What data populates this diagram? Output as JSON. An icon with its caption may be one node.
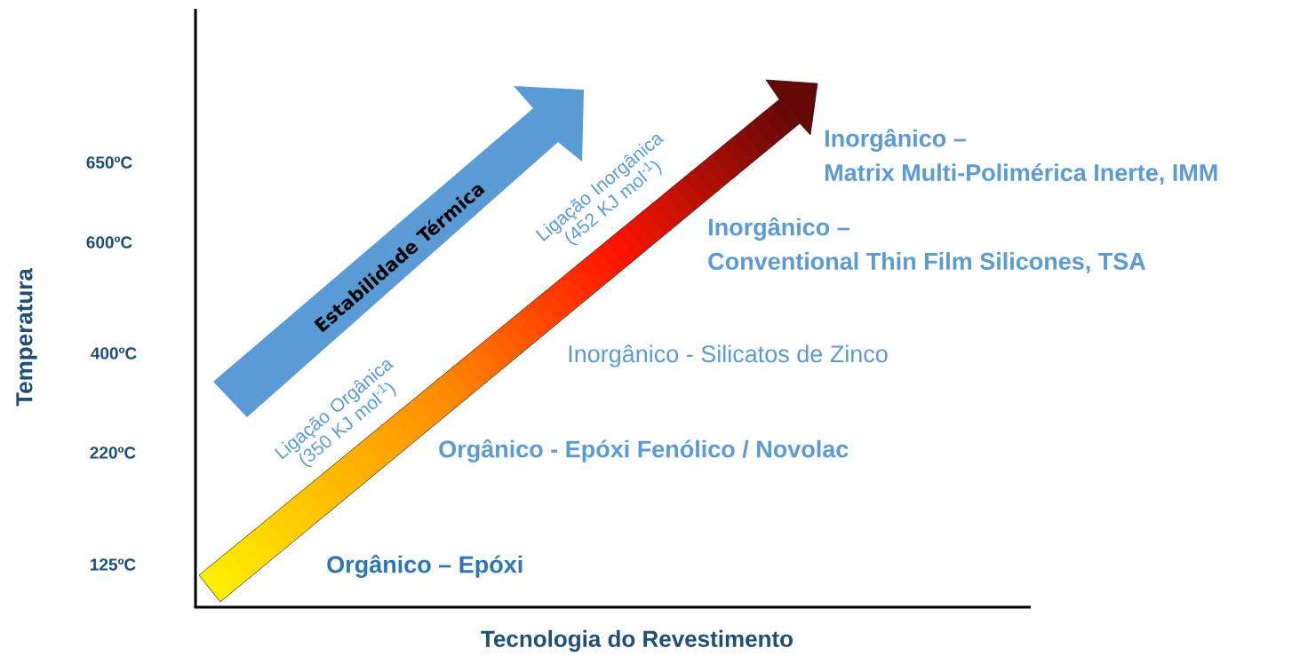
{
  "diagram": {
    "labels": [
      "Inorgânico –",
      "Matrix Multi-Polimérica Inerte, IMM",
      "650ºC",
      "Estabilidade Térmica",
      "Ligação Inorgânica (452 KJ mol$^{-1}$)",
      "Inorgânico –",
      "Conventional Thin Film Silicones, TSA",
      "600ºC",
      "Temperatura",
      "400ºC",
      "Inorgânico - Silicatos de Zinco",
      "Ligação Orgânica (350 KJ mol$^{-1}$)",
      "220ºC",
      "Orgânico - Epóxi Fenólico / Novolac",
      "125ºC",
      "Orgânico – Epóxi",
      "Tecnologia do Revestimento"
    ]
  }
}
